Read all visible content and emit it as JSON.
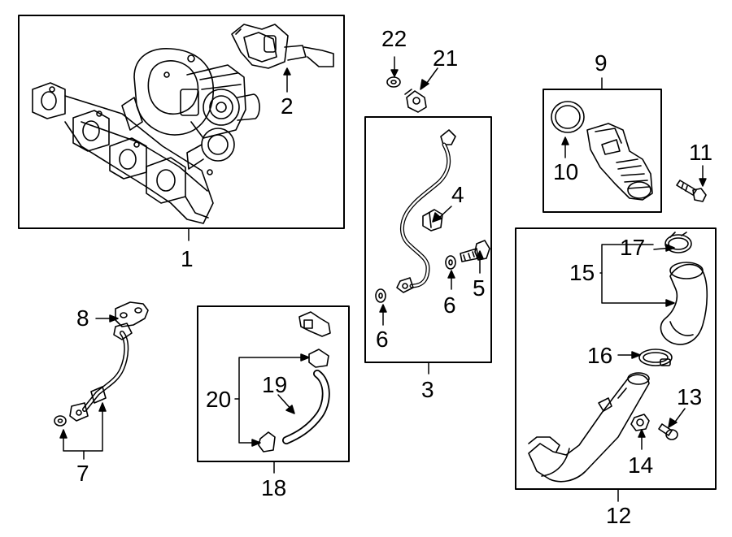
{
  "callouts": {
    "c1": "1",
    "c2": "2",
    "c3": "3",
    "c4": "4",
    "c5": "5",
    "c6a": "6",
    "c6b": "6",
    "c7": "7",
    "c8": "8",
    "c9": "9",
    "c10": "10",
    "c11": "11",
    "c12": "12",
    "c13": "13",
    "c14": "14",
    "c15": "15",
    "c16": "16",
    "c17": "17",
    "c18": "18",
    "c19": "19",
    "c20": "20",
    "c21": "21",
    "c22": "22"
  },
  "colors": {
    "line": "#000000",
    "background": "#ffffff"
  },
  "parts": [
    "turbocharger-assembly",
    "wastegate-actuator",
    "oil-feed-line",
    "line-bracket",
    "banjo-bolt",
    "sealing-washer",
    "coolant-return-line",
    "line-gasket",
    "inlet-pipe-assembly",
    "inlet-seal-ring",
    "mounting-bolt",
    "charge-air-pipe-assembly",
    "pipe-bolt",
    "pipe-nut",
    "air-hose",
    "hose-clamp",
    "spring-clamp",
    "vacuum-hose-assembly",
    "vacuum-hose",
    "hose-connectors",
    "vent-valve",
    "valve-seal"
  ]
}
